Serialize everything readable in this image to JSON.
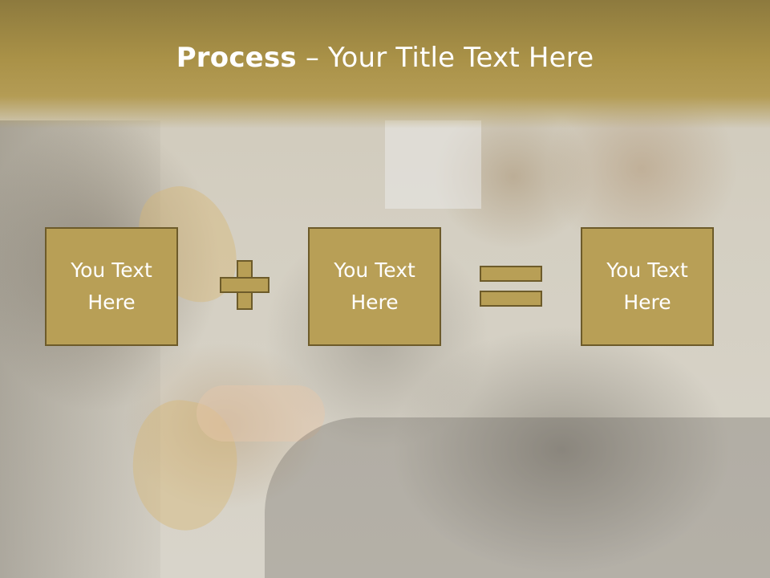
{
  "slide": {
    "title_bold": "Process",
    "title_rest": " – Your Title Text Here",
    "boxes": [
      {
        "text": "You Text\nHere"
      },
      {
        "text": "You Text\nHere"
      },
      {
        "text": "You Text\nHere"
      }
    ],
    "operators": [
      "plus-icon",
      "equals-icon"
    ],
    "colors": {
      "header": "#a99147",
      "box_fill": "#b89f56",
      "box_border": "#6d5b2a",
      "text": "#ffffff"
    }
  }
}
